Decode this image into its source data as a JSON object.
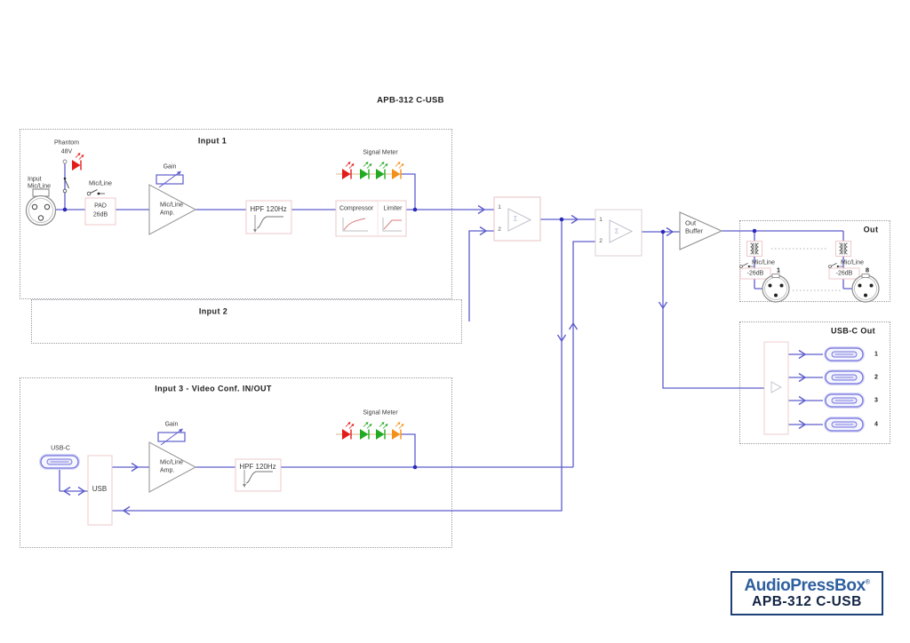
{
  "title": "APB-312 C-USB",
  "colors": {
    "wire": "#5d5dcd",
    "led_red": "#e41b1b",
    "led_green": "#22aa22",
    "led_orange": "#f49018",
    "block_border": "#efc9c9",
    "logo_blue": "#2e5f9e"
  },
  "sections": {
    "input1": {
      "label": "Input 1",
      "phantom_line1": "Phantom",
      "phantom_line2": "48V",
      "input_line1": "Input",
      "input_line2": "Mic/Line",
      "micline_switch": "Mic/Line",
      "pad_line1": "PAD",
      "pad_line2": "26dB",
      "gain": "Gain",
      "amp_line1": "Mic/Line",
      "amp_line2": "Amp.",
      "hpf": "HPF 120Hz",
      "signal_meter": "Signal Meter",
      "compressor": "Compressor",
      "limiter": "Limiter"
    },
    "input2": {
      "label": "Input 2"
    },
    "input3": {
      "label": "Input 3 - Video Conf. IN/OUT",
      "usbc": "USB-C",
      "usb": "USB",
      "gain": "Gain",
      "amp_line1": "Mic/Line",
      "amp_line2": "Amp.",
      "hpf": "HPF 120Hz",
      "signal_meter": "Signal Meter"
    },
    "out": {
      "label": "Out",
      "micline": "Mic/Line",
      "pad": "-26dB",
      "first_channel": "1",
      "last_channel": "8"
    },
    "usbc_out": {
      "label": "USB-C Out",
      "ports": [
        "1",
        "2",
        "3",
        "4"
      ]
    }
  },
  "mixers": {
    "in1": "1",
    "in2": "2",
    "sum": "Σ"
  },
  "out_buffer": {
    "line1": "Out",
    "line2": "Buffer"
  },
  "logo": {
    "brand": "AudioPressBox",
    "reg": "®",
    "model": "APB-312 C-USB"
  }
}
